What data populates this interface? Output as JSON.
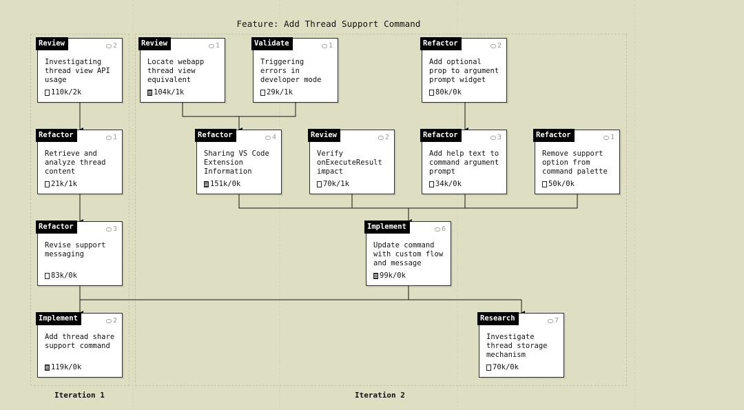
{
  "title": "Feature: Add Thread Support Command",
  "iterations": [
    {
      "label": "Iteration 1"
    },
    {
      "label": "Iteration 2"
    }
  ],
  "cards": [
    {
      "id": "c1",
      "tag": "Review",
      "comments": "2",
      "text": "Investigating\nthread view API\nusage",
      "meta": "110k/2k",
      "doc_filled": false
    },
    {
      "id": "c2",
      "tag": "Review",
      "comments": "1",
      "text": "Locate webapp\nthread view\nequivalent",
      "meta": "104k/1k",
      "doc_filled": true
    },
    {
      "id": "c3",
      "tag": "Validate",
      "comments": "1",
      "text": "Triggering\nerrors in\ndeveloper mode",
      "meta": "29k/1k",
      "doc_filled": false
    },
    {
      "id": "c4",
      "tag": "Refactor",
      "comments": "2",
      "text": "Add optional\nprop to argument\nprompt widget",
      "meta": "80k/0k",
      "doc_filled": false
    },
    {
      "id": "c5",
      "tag": "Refactor",
      "comments": "1",
      "text": "Retrieve and\nanalyze thread\ncontent",
      "meta": "21k/1k",
      "doc_filled": false
    },
    {
      "id": "c6",
      "tag": "Refactor",
      "comments": "4",
      "text": "Sharing VS Code\nExtension\nInformation",
      "meta": "151k/0k",
      "doc_filled": true
    },
    {
      "id": "c7",
      "tag": "Review",
      "comments": "2",
      "text": "Verify\nonExecuteResult\nimpact",
      "meta": "70k/1k",
      "doc_filled": false
    },
    {
      "id": "c8",
      "tag": "Refactor",
      "comments": "3",
      "text": "Add help text to\ncommand argument\nprompt",
      "meta": "34k/0k",
      "doc_filled": false
    },
    {
      "id": "c9",
      "tag": "Refactor",
      "comments": "1",
      "text": "Remove support\noption from\ncommand palette",
      "meta": "50k/0k",
      "doc_filled": false
    },
    {
      "id": "c10",
      "tag": "Refactor",
      "comments": "3",
      "text": "Revise support\nmessaging",
      "meta": "83k/0k",
      "doc_filled": false
    },
    {
      "id": "c11",
      "tag": "Implement",
      "comments": "6",
      "text": "Update command\nwith custom flow\nand message",
      "meta": "99k/0k",
      "doc_filled": true
    },
    {
      "id": "c12",
      "tag": "Implement",
      "comments": "2",
      "text": "Add thread share\nsupport command",
      "meta": "119k/0k",
      "doc_filled": true
    },
    {
      "id": "c13",
      "tag": "Research",
      "comments": "7",
      "text": "Investigate\nthread storage\nmechanism",
      "meta": "70k/0k",
      "doc_filled": false
    }
  ],
  "edges": [
    [
      "c1",
      "c5"
    ],
    [
      "c5",
      "c10"
    ],
    [
      "c10",
      "c12"
    ],
    [
      "c10",
      "c13"
    ],
    [
      "c2",
      "c6"
    ],
    [
      "c3",
      "c6"
    ],
    [
      "c4",
      "c8"
    ],
    [
      "c6",
      "c11"
    ],
    [
      "c7",
      "c11"
    ],
    [
      "c8",
      "c11"
    ],
    [
      "c9",
      "c11"
    ],
    [
      "c11",
      "c12"
    ],
    [
      "c11",
      "c13"
    ]
  ]
}
